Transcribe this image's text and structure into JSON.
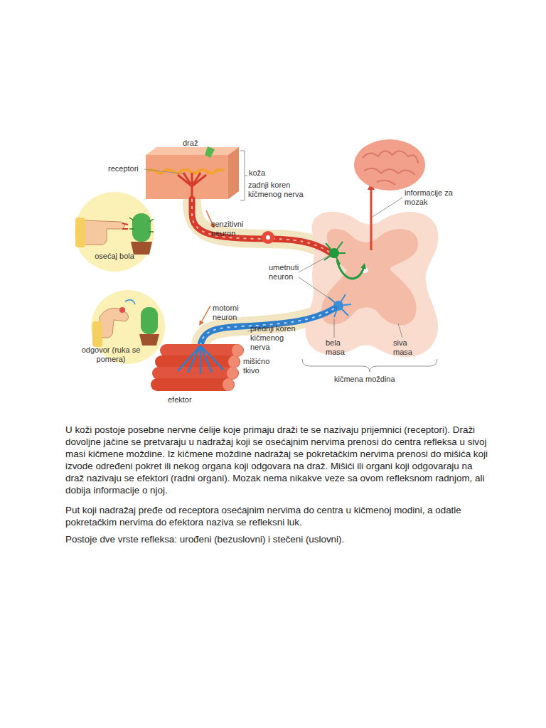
{
  "diagram": {
    "nodes": [
      {
        "text": [
          "osećaj bola"
        ]
      },
      {
        "text": [
          "odgovor (ruka se pomera)"
        ]
      }
    ],
    "labels": [
      "draž",
      "receptori",
      "koža",
      "zadnji koren kičmenog nerva",
      "senzitivni neuron",
      "informacije za mozak",
      "umetnuti neuron",
      "motorni neuron",
      "prednji koren kičmenog nerva",
      "mišićno tkivo",
      "efektor",
      "bela masa",
      "siva masa",
      "kičmena moždina",
      "U koži postoje posebne nervne ćelije koje primaju draži te se nazivaju prijemnici (receptori). Draži dovoljne jačine se pretvaraju u nadražaj koji se osećajnim nervima prenosi do centra refleksa u sivoj masi kičmene moždine. Iz kičmene moždine nadražaj se pokretačkim nervima prenosi do mišića koji izvode određeni pokret ili nekog organa koji odgovara na draž. Mišići ili organi koji odgovaraju na draž nazivaju se efektori (radni organi). Mozak nema nikakve veze sa ovom refleksnom radnjom, ali dobija informacije o njoj.",
      "Put koji nadražaj pređe od receptora osećajnim nervima do centra u kičmenoj modini, a odatle pokretačkim nervima do efektora naziva se refleksni luk.",
      "Postoje dve vrste refleksa: urođeni (bezuslovni) i stečeni (uslovni)."
    ]
  }
}
